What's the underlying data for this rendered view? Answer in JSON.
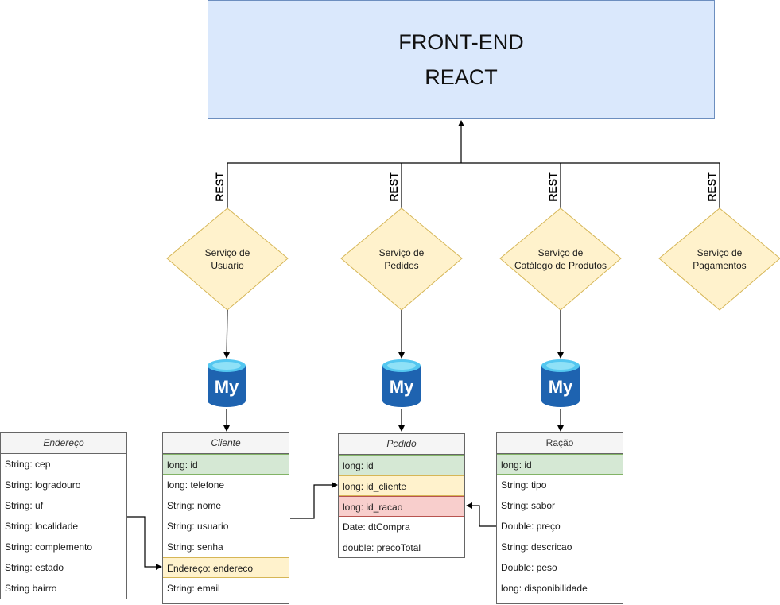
{
  "frontend": {
    "line1": "FRONT-END",
    "line2": "REACT"
  },
  "rest_label": "REST",
  "services": [
    {
      "line1": "Serviço de",
      "line2": "Usuario"
    },
    {
      "line1": "Serviço de",
      "line2": "Pedidos"
    },
    {
      "line1": "Serviço de",
      "line2": "Catálogo de Produtos"
    },
    {
      "line1": "Serviço de",
      "line2": "Pagamentos"
    }
  ],
  "database_icon": {
    "name": "mysql-database-icon",
    "text": "My"
  },
  "colors": {
    "frontend_fill": "#dae8fc",
    "service_fill": "#fff2cc",
    "pk_fill": "#d5e8d4",
    "fk_fill": "#fff2cc",
    "fk2_fill": "#f8cecc",
    "db_blue": "#0078d4"
  },
  "entities": {
    "endereco": {
      "title": "Endereço",
      "fields": [
        "String: cep",
        "String: logradouro",
        "String: uf",
        "String: localidade",
        "String: complemento",
        "String: estado",
        "String bairro"
      ]
    },
    "cliente": {
      "title": "Cliente",
      "fields": [
        "long:  id",
        "long: telefone",
        "String: nome",
        "String: usuario",
        "String: senha",
        "Endereço: endereco",
        "String: email"
      ]
    },
    "pedido": {
      "title": "Pedido",
      "fields": [
        "long:  id",
        "long: id_cliente",
        "long: id_racao",
        "Date: dtCompra",
        "double: precoTotal"
      ]
    },
    "racao": {
      "title": "Ração",
      "fields": [
        "long: id",
        "String: tipo",
        "String: sabor",
        "Double: preço",
        "String: descricao",
        "Double: peso",
        "long: disponibilidade"
      ]
    }
  }
}
